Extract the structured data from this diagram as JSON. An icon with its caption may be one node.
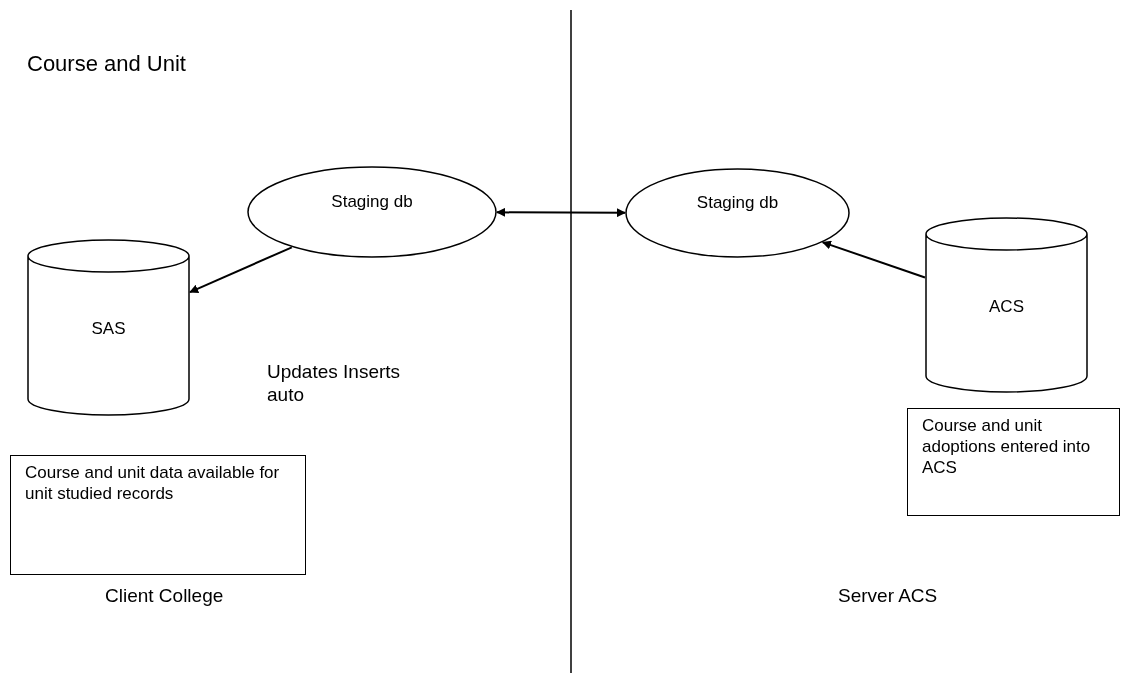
{
  "diagram": {
    "title": "Course and Unit",
    "nodes": [
      {
        "text": [
          "Staging db"
        ]
      },
      {
        "text": [
          "SAS"
        ]
      },
      {
        "text": [
          "Staging db"
        ]
      },
      {
        "text": [
          "ACS"
        ]
      },
      {
        "text": [
          "Course and unit data available for unit studied records"
        ]
      },
      {
        "text": [
          "Course and unit adoptions entered into ACS"
        ]
      }
    ],
    "edges": [
      {
        "from": 0,
        "to": 1,
        "arrow": "to"
      },
      {
        "from": 0,
        "to": 2,
        "arrow": "both"
      },
      {
        "from": 3,
        "to": 2,
        "arrow": "to"
      }
    ],
    "labels": [
      "Updates Inserts auto",
      "Client College",
      "Server ACS"
    ]
  }
}
